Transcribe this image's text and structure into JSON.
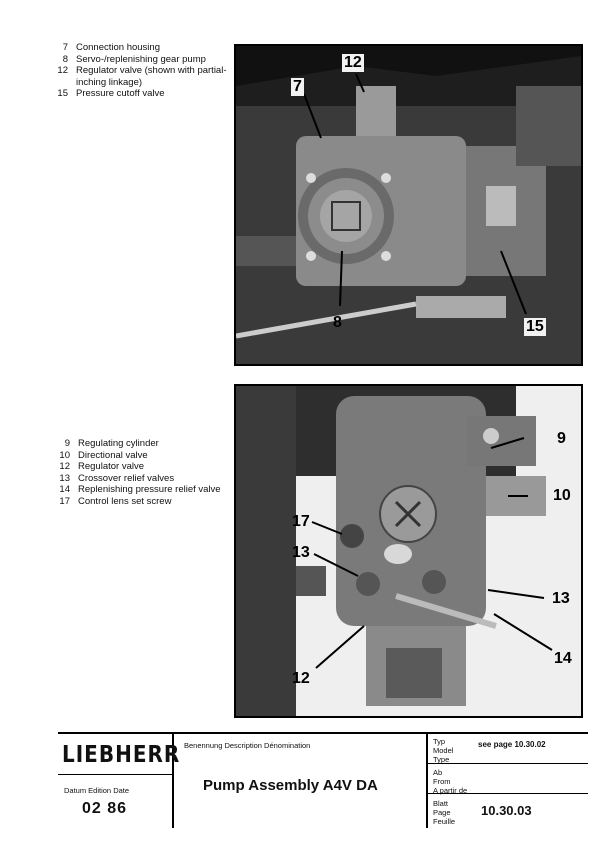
{
  "legend_top": [
    {
      "num": "7",
      "text": "Connection housing"
    },
    {
      "num": "8",
      "text": "Servo-/replenishing gear pump"
    },
    {
      "num": "12",
      "text": "Regulator valve (shown with partial-inching linkage)"
    },
    {
      "num": "15",
      "text": "Pressure cutoff valve"
    }
  ],
  "legend_bottom": [
    {
      "num": "9",
      "text": "Regulating cylinder"
    },
    {
      "num": "10",
      "text": "Directional valve"
    },
    {
      "num": "12",
      "text": "Regulator valve"
    },
    {
      "num": "13",
      "text": "Crossover relief valves"
    },
    {
      "num": "14",
      "text": "Replenishing pressure relief valve"
    },
    {
      "num": "17",
      "text": "Control lens set screw"
    }
  ],
  "photo_top_callouts": {
    "c12": "12",
    "c7": "7",
    "c8": "8",
    "c15": "15"
  },
  "photo_bottom_callouts": {
    "c9": "9",
    "c10": "10",
    "c17": "17",
    "c13a": "13",
    "c13b": "13",
    "c14": "14",
    "c12": "12"
  },
  "title_block": {
    "logo": "LIEBHERR",
    "date_label": "Datum  Edition  Date",
    "date": "02  86",
    "description_label": "Benennung  Description  Dénomination",
    "description": "Pump Assembly A4V DA",
    "type_label": [
      "Typ",
      "Model",
      "Type"
    ],
    "type_value": "see page 10.30.02",
    "from_label": [
      "Ab",
      "From",
      "A partir de"
    ],
    "page_label": [
      "Blatt",
      "Page",
      "Feuille"
    ],
    "page": "10.30.03"
  }
}
